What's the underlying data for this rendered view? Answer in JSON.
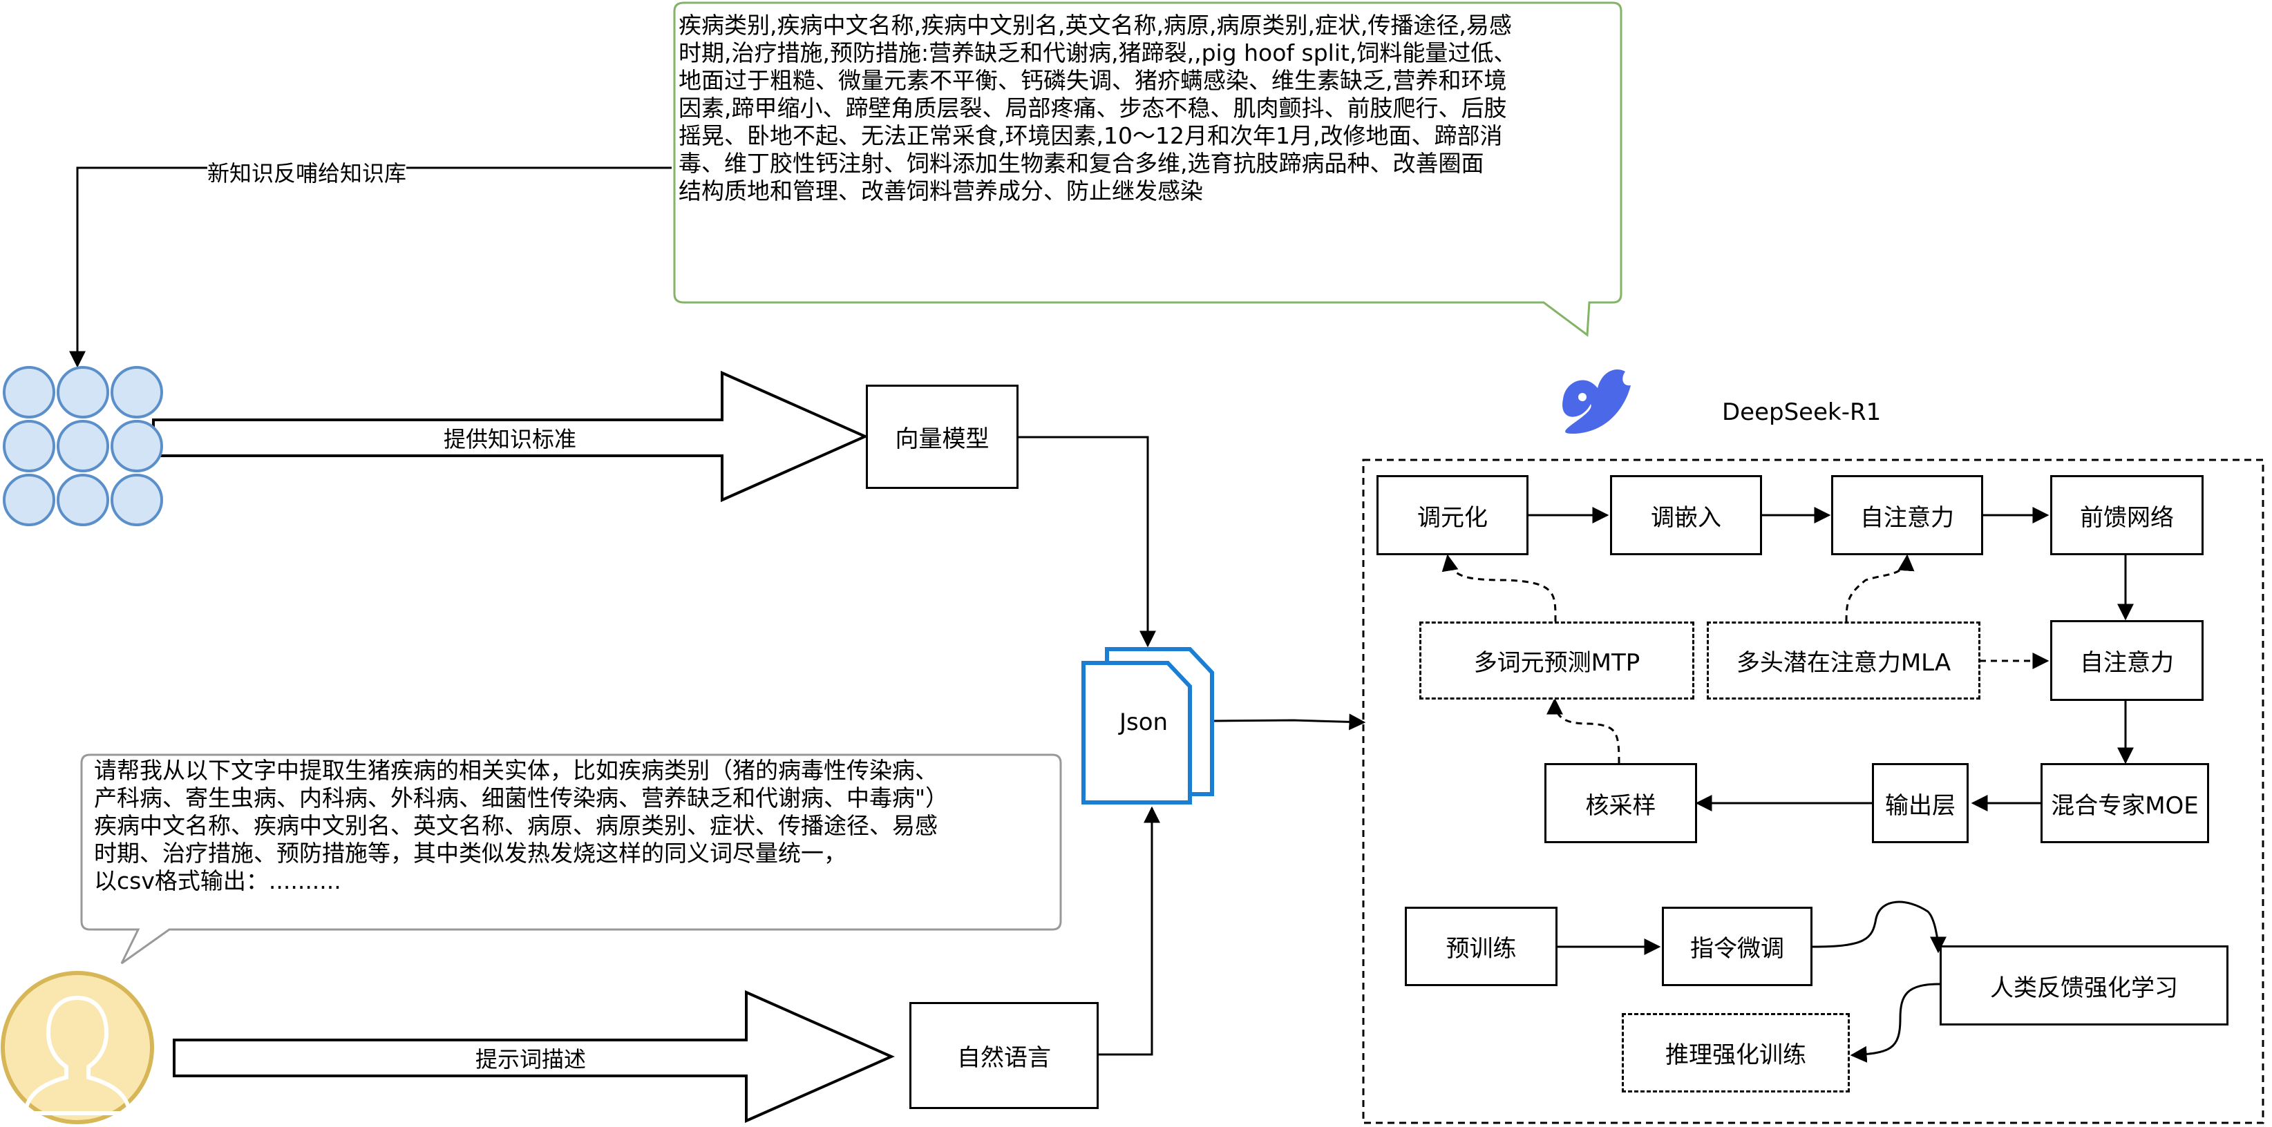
{
  "callout_top": {
    "text": "疾病类别,疾病中文名称,疾病中文别名,英文名称,病原,病原类别,症状,传播途径,易感\n时期,治疗措施,预防措施:营养缺乏和代谢病,猪蹄裂,,pig hoof split,饲料能量过低、\n地面过于粗糙、微量元素不平衡、钙磷失调、猪疥螨感染、维生素缺乏,营养和环境\n因素,蹄甲缩小、蹄壁角质层裂、局部疼痛、步态不稳、肌肉颤抖、前肢爬行、后肢\n摇晃、卧地不起、无法正常采食,环境因素,10～12月和次年1月,改修地面、蹄部消\n毒、维丁胶性钙注射、饲料添加生物素和复合多维,选育抗肢蹄病品种、改善圈面\n结构质地和管理、改善饲料营养成分、防止继发感染",
    "border_color": "#82b366"
  },
  "callout_bottom": {
    "text": "请帮我从以下文字中提取生猪疾病的相关实体，比如疾病类别（猪的病毒性传染病、\n产科病、寄生虫病、内科病、外科病、细菌性传染病、营养缺乏和代谢病、中毒病\"）\n疾病中文名称、疾病中文别名、英文名称、病原、病原类别、症状、传播途径、易感\n时期、治疗措施、预防措施等，其中类似发热发烧这样的同义词尽量统一，\n以csv格式输出：..........",
    "border_color": "#999999"
  },
  "feedback_label": "新知识反哺给知识库",
  "knowledge_arrow_label": "提供知识标准",
  "prompt_arrow_label": "提示词描述",
  "vector_model": "向量模型",
  "natural_language": "自然语言",
  "json_doc": "Json",
  "deepseek_title": "DeepSeek-R1",
  "arch": {
    "detokenize": "调元化",
    "embed": "调嵌入",
    "self_attention_1": "自注意力",
    "feedforward": "前馈网络",
    "mtp": "多词元预测MTP",
    "mla": "多头潜在注意力MLA",
    "self_attention_2": "自注意力",
    "sampling": "核采样",
    "output_layer": "输出层",
    "moe": "混合专家MOE"
  },
  "training": {
    "pretrain": "预训练",
    "instruction_tuning": "指令微调",
    "rlhf": "人类反馈强化学习",
    "reasoning_rl": "推理强化训练"
  },
  "colors": {
    "node_fill": "#d4e4f7",
    "node_stroke": "#5b8fc9",
    "user_fill": "#fae7b0",
    "user_stroke": "#d6b656",
    "doc_stroke": "#1a7fd4",
    "whale": "#4b68e8"
  }
}
